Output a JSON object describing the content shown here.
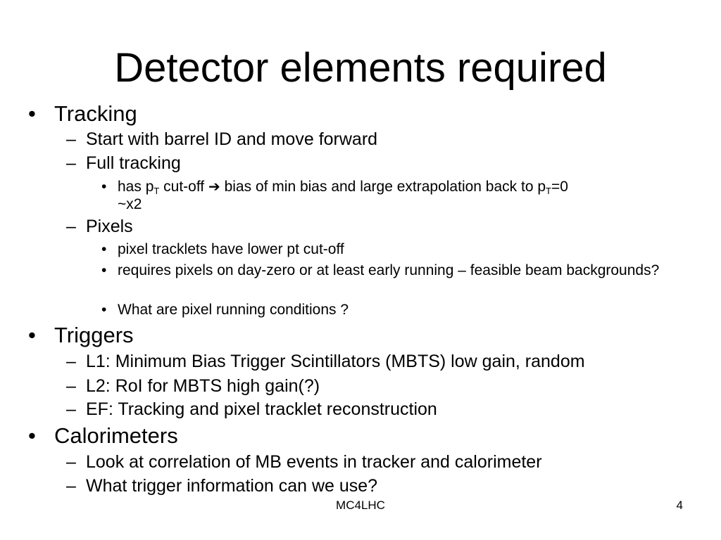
{
  "slide": {
    "title": "Detector elements required",
    "markers": {
      "level1": "•",
      "level2": "–",
      "level3": "•"
    },
    "sections": [
      {
        "label": "Tracking",
        "items": [
          "Start with barrel ID and move forward",
          "Full tracking"
        ],
        "full_tracking_sub": {
          "part1": "has p",
          "sub1": "T",
          "part2": " cut-off ",
          "arrow": "➔",
          "part3": " bias of min bias and large extrapolation back to p",
          "sub2": "T",
          "part4": "=0",
          "line2": "~x2"
        },
        "pixels_label": "Pixels",
        "pixels_items": [
          "pixel tracklets have lower pt cut-off",
          "requires pixels on day-zero or at least early running – feasible beam backgrounds?",
          "What are pixel running conditions ?"
        ]
      },
      {
        "label": "Triggers",
        "items": [
          "L1: Minimum Bias Trigger Scintillators (MBTS) low gain, random",
          "L2: RoI for MBTS high gain(?)",
          "EF: Tracking and pixel tracklet reconstruction"
        ]
      },
      {
        "label": "Calorimeters",
        "items": [
          "Look at correlation of MB events in tracker and calorimeter",
          "What trigger information can we use?"
        ]
      }
    ],
    "footer": {
      "center": "MC4LHC",
      "page_number": "4"
    }
  }
}
